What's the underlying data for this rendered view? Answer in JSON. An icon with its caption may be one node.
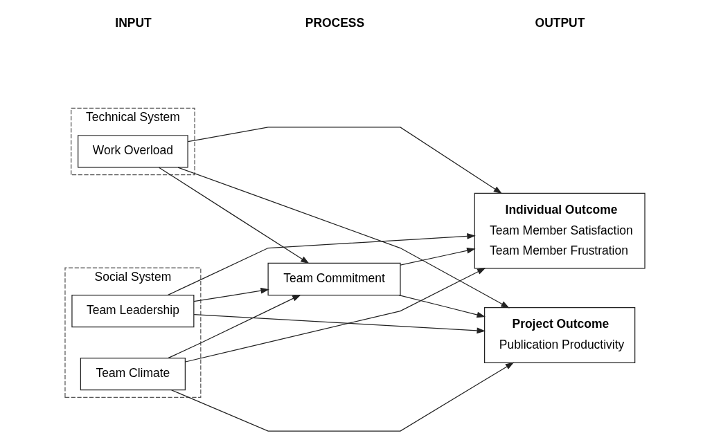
{
  "diagram": {
    "nodes": [
      {
        "text": [
          "Technical System"
        ]
      },
      {
        "text": [
          "Work Overload"
        ],
        "in": 0
      },
      {
        "text": [
          "Social System"
        ]
      },
      {
        "text": [
          "Team Leadership"
        ],
        "in": 2
      },
      {
        "text": [
          "Team Climate"
        ],
        "in": 2
      },
      {
        "text": [
          "Team Commitment"
        ]
      },
      {
        "text": [
          "Project Outcome",
          "Publication Productivity"
        ]
      },
      {
        "text": [
          "Individual Outcome",
          "Team Member Satisfaction",
          "Team Member Frustration"
        ]
      }
    ],
    "edges": [
      {
        "from": 1,
        "to": 5,
        "arrow": "to"
      },
      {
        "from": 3,
        "to": 5,
        "arrow": "to"
      },
      {
        "from": 4,
        "to": 5,
        "arrow": "to"
      },
      {
        "from": 1,
        "to": 6,
        "arrow": "to"
      },
      {
        "from": 1,
        "to": 7,
        "arrow": "to"
      },
      {
        "from": 3,
        "to": 6,
        "arrow": "to"
      },
      {
        "from": 3,
        "to": 7,
        "arrow": "to"
      },
      {
        "from": 4,
        "to": 6,
        "arrow": "to"
      },
      {
        "from": 4,
        "to": 7,
        "arrow": "to"
      },
      {
        "from": 5,
        "to": 6,
        "arrow": "to"
      },
      {
        "from": 5,
        "to": 7,
        "arrow": "to"
      }
    ],
    "labels": [
      "INPUT",
      "PROCESS",
      "OUTPUT"
    ]
  }
}
